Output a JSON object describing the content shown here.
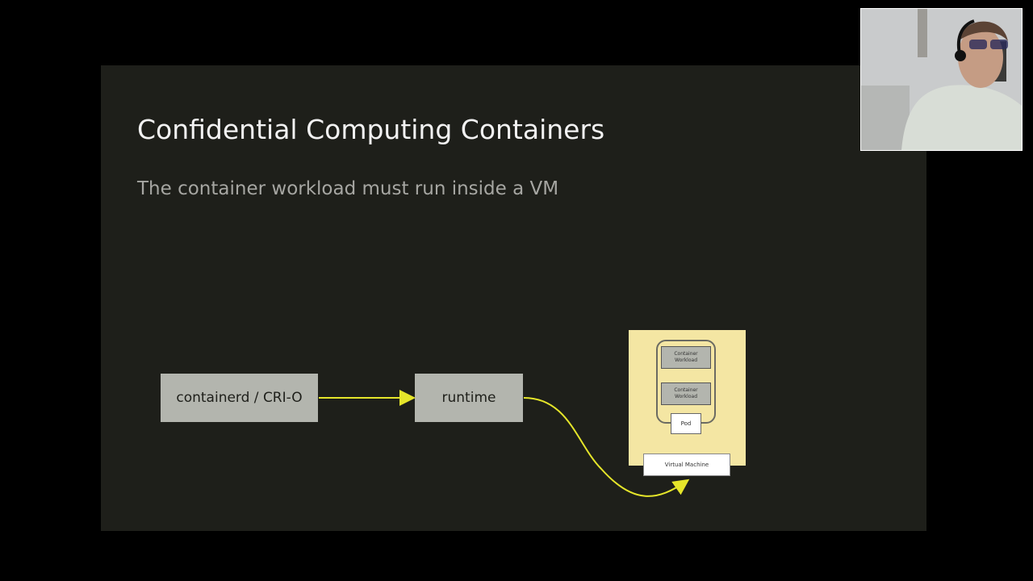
{
  "slide": {
    "title": "Confidential Computing Containers",
    "subtitle": "The container workload must run inside a VM"
  },
  "diagram": {
    "box_containerd": "containerd / CRI-O",
    "box_runtime": "runtime",
    "workload_1": "Container Workload",
    "workload_2": "Container Workload",
    "pod_label": "Pod",
    "vm_label": "Virtual Machine"
  },
  "webcam": {
    "icon": "presenter-video-icon"
  },
  "colors": {
    "background": "#000000",
    "slide_background": "#1e1f1a",
    "title": "#f2f2f2",
    "subtitle": "#a6a6a2",
    "box": "#b3b5ae",
    "arrow": "#e5e52a",
    "vm": "#f4e6a3"
  }
}
